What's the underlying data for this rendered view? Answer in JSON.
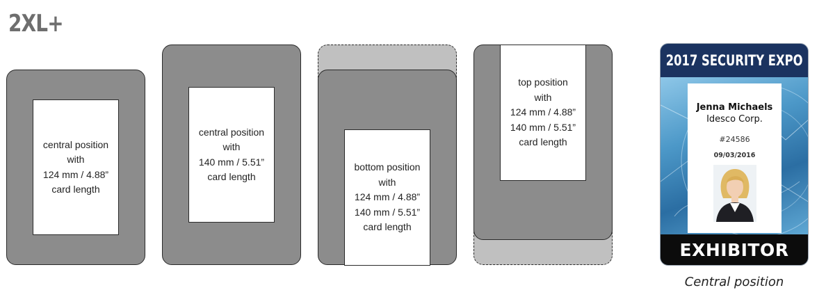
{
  "heading": "2XL+",
  "diagrams": [
    {
      "text": "central position\nwith\n124 mm / 4.88”\ncard length"
    },
    {
      "text": "central position\nwith\n140 mm / 5.51”\ncard length"
    },
    {
      "text": "bottom position\nwith\n124 mm / 4.88”\n140 mm / 5.51”\ncard length"
    },
    {
      "text": "top position\nwith\n124 mm / 4.88”\n140 mm / 5.51”\ncard length"
    }
  ],
  "badge": {
    "event": "2017 SECURITY EXPO",
    "name": "Jenna Michaels",
    "company": "Idesco Corp.",
    "id": "#24586",
    "date": "09/03/2016",
    "role": "EXHIBITOR"
  },
  "caption": "Central position"
}
